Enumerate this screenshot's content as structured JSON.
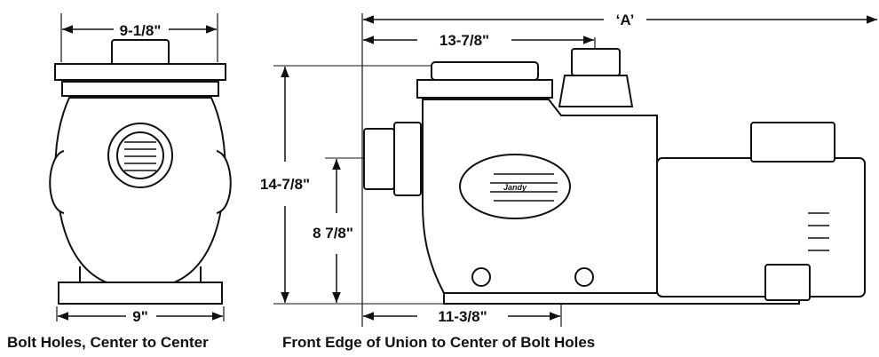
{
  "dimensions": {
    "top_width": "9-1/8\"",
    "base_bolt": "9\"",
    "overall_length": "‘A’",
    "union_to_port": "13-7/8\"",
    "overall_height": "14-7/8\"",
    "inlet_height": "8 7/8\"",
    "union_to_bolt": "11-3/8\""
  },
  "captions": {
    "left": "Bolt Holes, Center to Center",
    "right": "Front Edge of Union to Center of Bolt Holes"
  },
  "logo_text": "Jandy",
  "colors": {
    "line": "#111111",
    "fill": "#ffffff"
  }
}
